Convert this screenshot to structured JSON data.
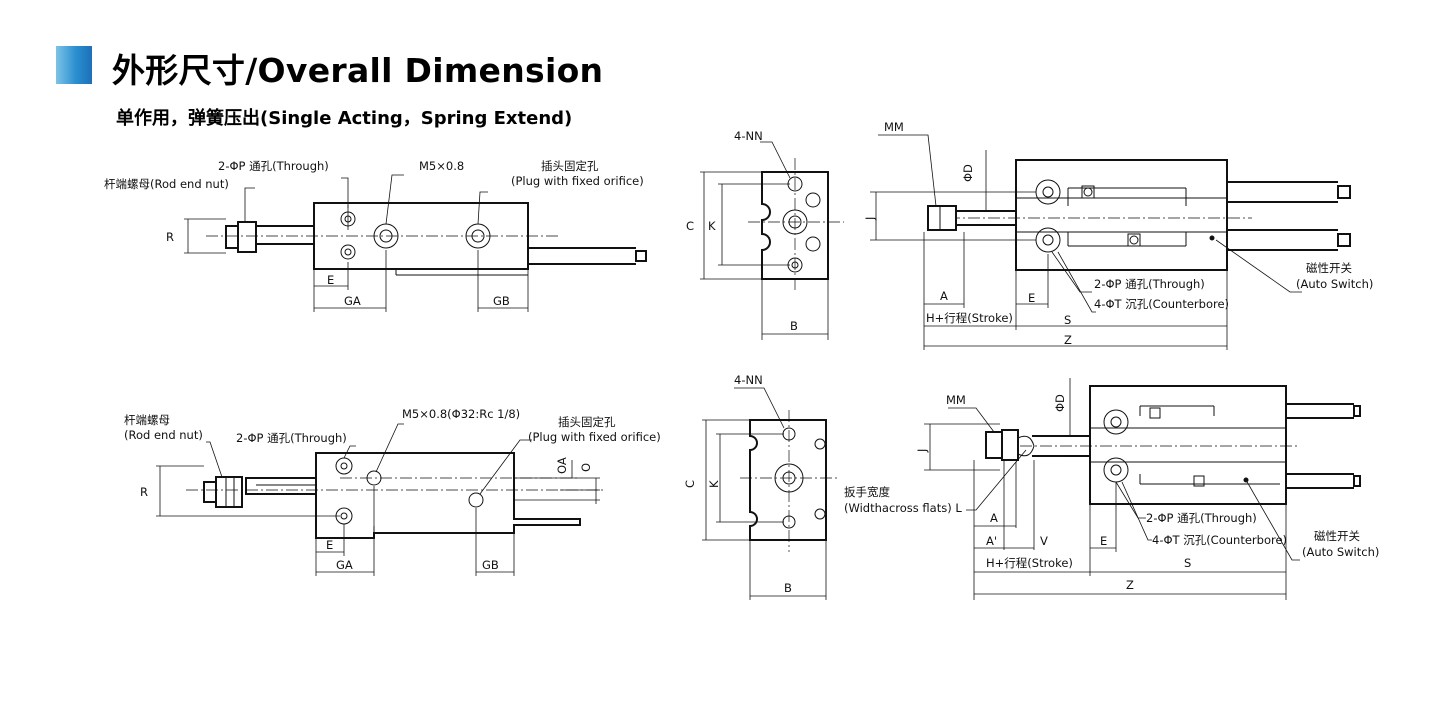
{
  "header": {
    "title": "外形尺寸/Overall Dimension",
    "subtitle": "单作用，弹簧压出(Single Acting，Spring Extend)"
  },
  "view1": {
    "hole_label": "2-ΦP 通孔(Through)",
    "rod_nut": "杆端螺母(Rod end nut)",
    "port": "M5×0.8",
    "plug_cn": "插头固定孔",
    "plug_en": "(Plug with fixed orifice)",
    "r": "R",
    "e": "E",
    "ga": "GA",
    "gb": "GB"
  },
  "view2": {
    "nn": "4-NN",
    "c": "C",
    "k": "K",
    "b": "B"
  },
  "view3": {
    "mm": "MM",
    "phid": "ΦD",
    "j": "J",
    "hole": "2-ΦP 通孔(Through)",
    "cbore": "4-ΦT 沉孔(Counterbore)",
    "sw_cn": "磁性开关",
    "sw_en": "(Auto Switch)",
    "a": "A",
    "e": "E",
    "h": "H+行程(Stroke)",
    "s": "S",
    "z": "Z"
  },
  "view4": {
    "nut_cn": "杆端螺母",
    "nut_en": "(Rod end nut)",
    "hole": "2-ΦP 通孔(Through)",
    "port": "M5×0.8(Φ32:Rc 1/8)",
    "plug_cn": "插头固定孔",
    "plug_en": "(Plug with fixed orifice)",
    "r": "R",
    "e": "E",
    "ga": "GA",
    "gb": "GB",
    "oa": "OA",
    "o": "O"
  },
  "view5": {
    "nn": "4-NN",
    "c": "C",
    "k": "K",
    "b": "B"
  },
  "view6": {
    "mm": "MM",
    "phid": "ΦD",
    "j": "J",
    "wrench": "扳手宽度",
    "wrench_en": "(Widthacross flats) L",
    "hole": "2-ΦP 通孔(Through)",
    "cbore": "4-ΦT 沉孔(Counterbore)",
    "sw_cn": "磁性开关",
    "sw_en": "(Auto Switch)",
    "a": "A",
    "a2": "A'",
    "v": "V",
    "e": "E",
    "h": "H+行程(Stroke)",
    "s": "S",
    "z": "Z"
  }
}
